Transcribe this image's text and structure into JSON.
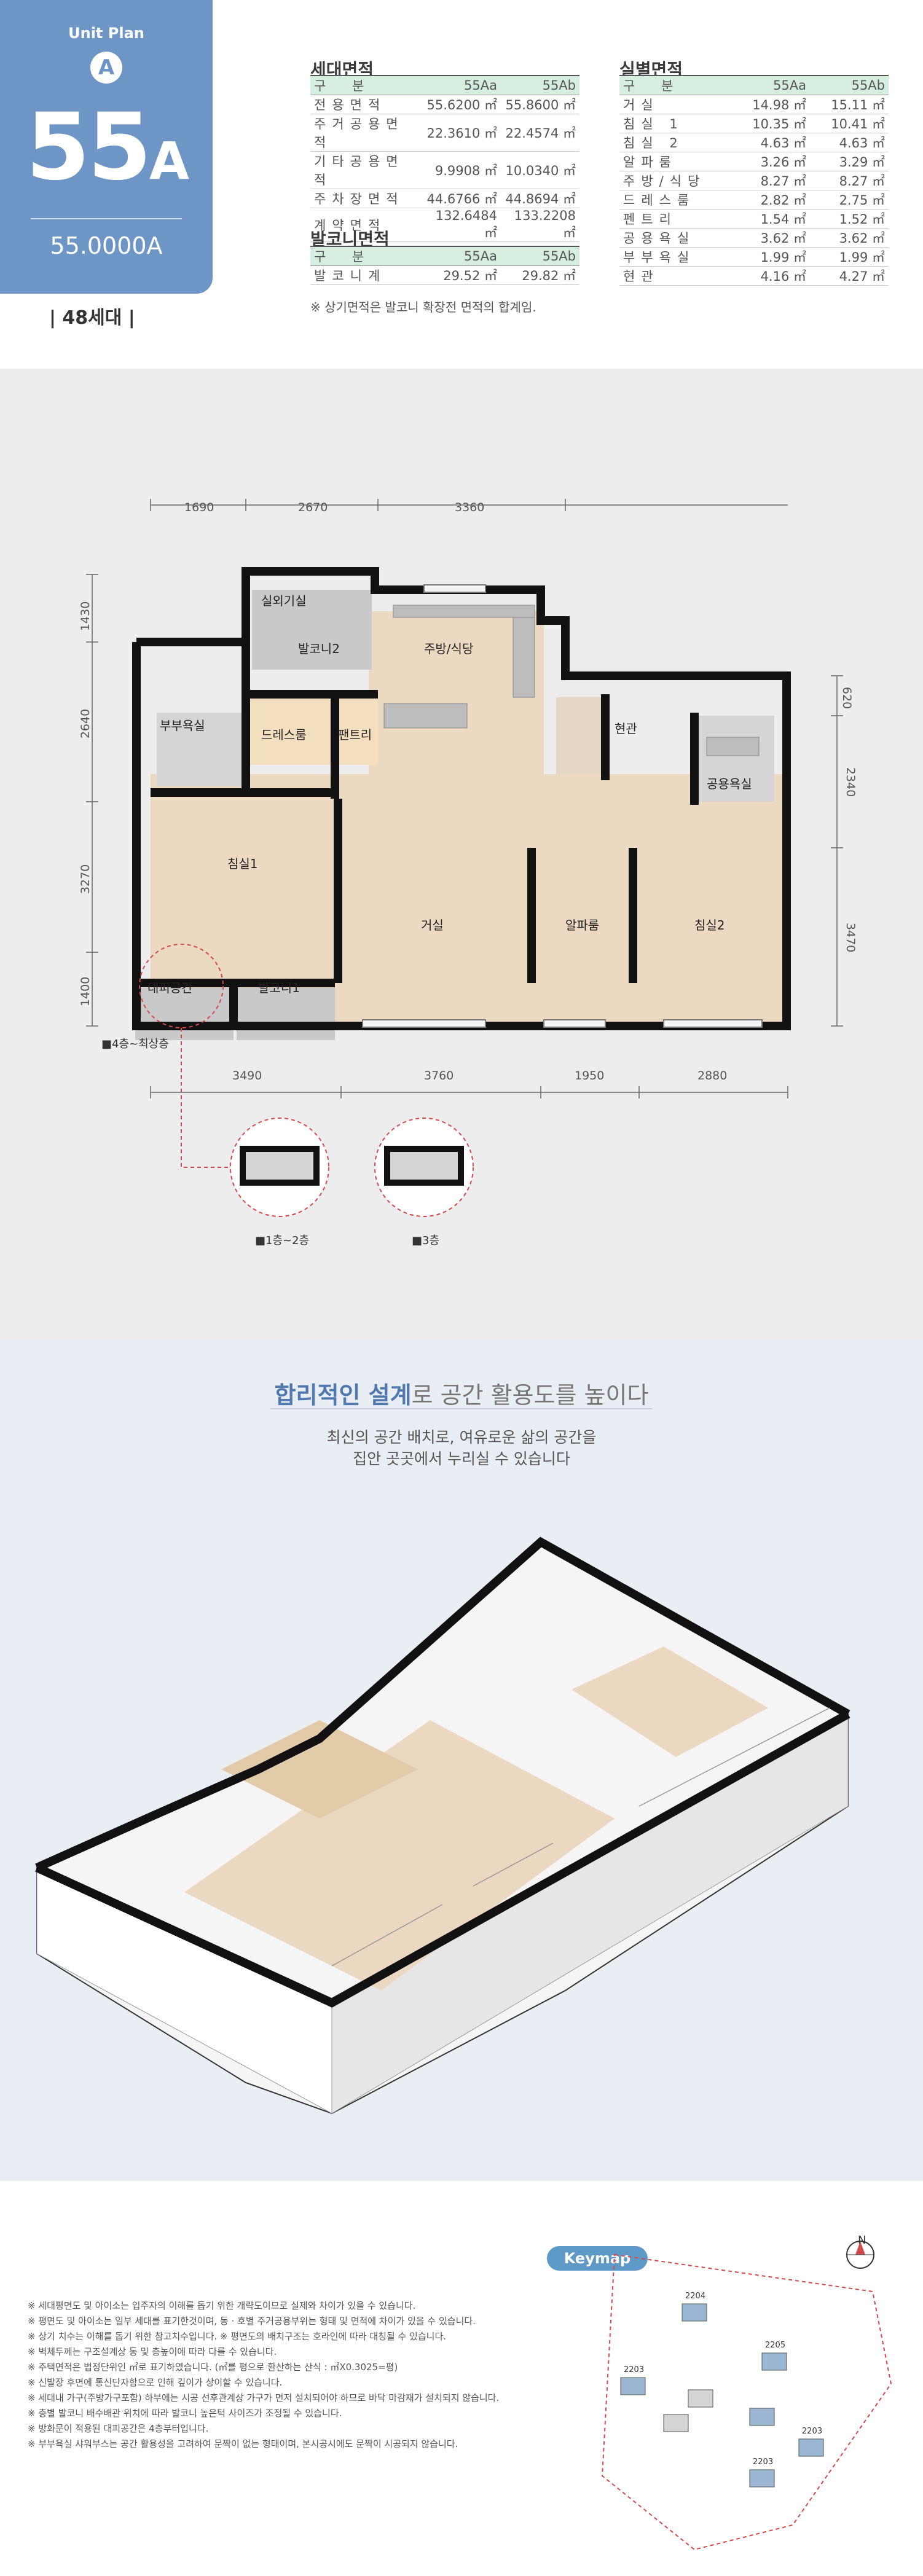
{
  "header": {
    "unit_plan": "Unit Plan",
    "unit_icon": "A",
    "type_num": "55",
    "type_letter": "A",
    "area": "55.0000A",
    "households": "| 48세대 |",
    "colors": {
      "accent": "#6d96c6",
      "table_head": "#d6eedf"
    }
  },
  "area_table": {
    "title": "세대면적",
    "cols": [
      "구 분",
      "55Aa",
      "55Ab"
    ],
    "rows": [
      [
        "전용면적",
        "55.6200 ㎡",
        "55.8600 ㎡"
      ],
      [
        "주거공용면적",
        "22.3610 ㎡",
        "22.4574 ㎡"
      ],
      [
        "기타공용면적",
        "9.9908 ㎡",
        "10.0340 ㎡"
      ],
      [
        "주차장면적",
        "44.6766 ㎡",
        "44.8694 ㎡"
      ],
      [
        "계약면적",
        "132.6484 ㎡",
        "133.2208 ㎡"
      ]
    ]
  },
  "balcony_table": {
    "title": "발코니면적",
    "cols": [
      "구 분",
      "55Aa",
      "55Ab"
    ],
    "rows": [
      [
        "발코니계",
        "29.52 ㎡",
        "29.82 ㎡"
      ]
    ],
    "note": "※ 상기면적은 발코니 확장전 면적의 합계임."
  },
  "room_table": {
    "title": "실별면적",
    "cols": [
      "구 분",
      "55Aa",
      "55Ab"
    ],
    "rows": [
      [
        "거실",
        "14.98 ㎡",
        "15.11 ㎡"
      ],
      [
        "침실 1",
        "10.35 ㎡",
        "10.41 ㎡"
      ],
      [
        "침실 2",
        "4.63 ㎡",
        "4.63 ㎡"
      ],
      [
        "알파룸",
        "3.26 ㎡",
        "3.29 ㎡"
      ],
      [
        "주방/식당",
        "8.27 ㎡",
        "8.27 ㎡"
      ],
      [
        "드레스룸",
        "2.82 ㎡",
        "2.75 ㎡"
      ],
      [
        "펜트리",
        "1.54 ㎡",
        "1.52 ㎡"
      ],
      [
        "공용욕실",
        "3.62 ㎡",
        "3.62 ㎡"
      ],
      [
        "부부욕실",
        "1.99 ㎡",
        "1.99 ㎡"
      ],
      [
        "현관",
        "4.16 ㎡",
        "4.27 ㎡"
      ]
    ]
  },
  "plan": {
    "dims_top": [
      "1690",
      "2670",
      "3360"
    ],
    "dims_bottom": [
      "3490",
      "3760",
      "1950",
      "2880"
    ],
    "dims_left": [
      "1430",
      "2640",
      "3270",
      "1400"
    ],
    "dims_right": [
      "620",
      "2340",
      "3470"
    ],
    "rooms": {
      "outdoor": "실외기실",
      "balcony2": "발코니2",
      "kitchen": "주방/식당",
      "master_bath": "부부욕실",
      "dress": "드레스룸",
      "pantry": "팬트리",
      "entry": "현관",
      "bath": "공용욕실",
      "bed1": "침실1",
      "living": "거실",
      "alpha": "알파룸",
      "bed2": "침실2",
      "shelter": "대피공간",
      "balcony1": "발코니1"
    },
    "floor_note": "■4층~최상층",
    "detail_1": "■1층~2층",
    "detail_2": "■3층"
  },
  "iso": {
    "headline_bold": "합리적인 설계",
    "headline_rest": "로 공간 활용도를 높이다",
    "sub1": "최신의 공간 배치로, 여유로운 삶의 공간을",
    "sub2": "집안 곳곳에서 누리실 수 있습니다"
  },
  "notes": [
    "※ 세대평면도 및 아이소는 입주자의 이해를 돕기 위한 개략도이므로 실제와 차이가 있을 수 있습니다.",
    "※ 평면도 및 아이소는 일부 세대를 표기한것이며, 동 · 호별 주거공용부위는 형태 및 면적에 차이가 있을 수 있습니다.",
    "※ 상기 치수는 이해를 돕기 위한 참고치수입니다.     ※ 평면도의 배치구조는 호라인에 따라 대칭될 수 있습니다.",
    "※ 벽체두께는 구조설계상 동 및 층높이에 따라 다를 수 있습니다.",
    "※ 주택면적은 법정단위인 ㎡로 표기하였습니다. (㎡를 평으로 환산하는 산식 : ㎡X0.3025=평)",
    "※ 신발장 후면에 통신단자함으로 인해 깊이가 상이할 수 있습니다.",
    "※ 세대내 가구(주방가구포함) 하부에는 시공 선후관계상 가구가 먼저 설치되어야 하므로 바닥 마감재가 설치되지 않습니다.",
    "※ 층별 발코니 배수배관 위치에 따라 발코니 높은턱 사이즈가 조정될 수 있습니다.",
    "※ 방화문이 적용된 대피공간은 4층부터입니다.",
    "※ 부부욕실 샤워부스는 공간 활용성을 고려하여 문짝이 없는 형태이며, 본시공시에도 문짝이 시공되지 않습니다."
  ],
  "keymap": {
    "label": "Keymap",
    "north": "N",
    "buildings": [
      "2204",
      "2203",
      "2205",
      "2203",
      "2203"
    ]
  }
}
